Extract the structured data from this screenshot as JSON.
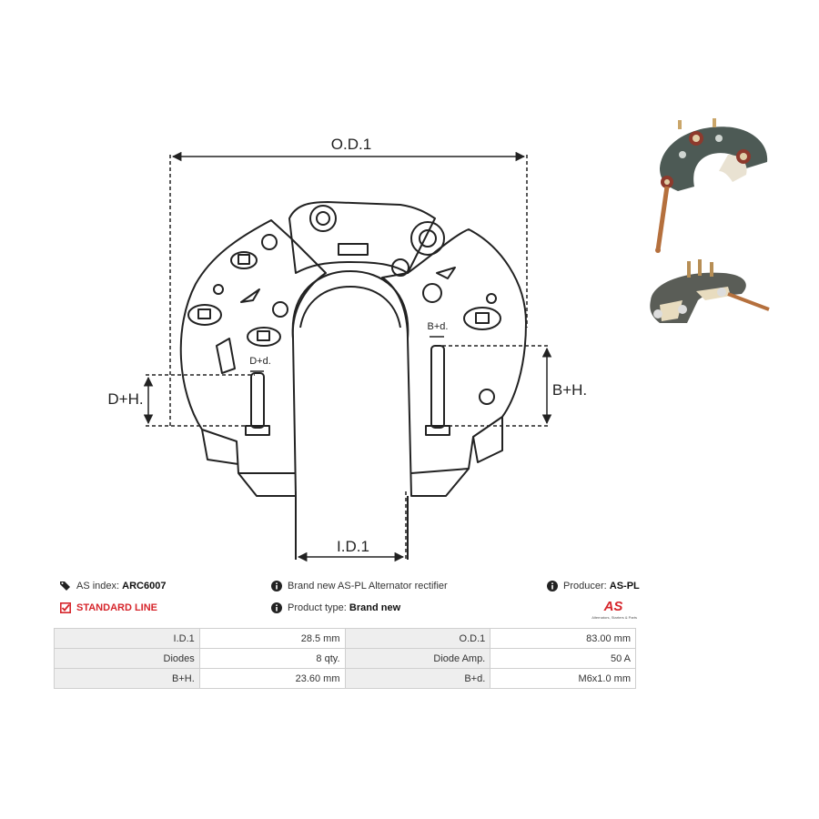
{
  "drawing": {
    "od_label": "O.D.1",
    "id_label": "I.D.1",
    "dh_label": "D+H.",
    "bh_label": "B+H.",
    "dd_label": "D+d.",
    "bd_label": "B+d."
  },
  "info": {
    "as_index_label": "AS index:",
    "as_index_value": "ARC6007",
    "standard_line": "STANDARD LINE",
    "description": "Brand new AS-PL Alternator rectifier",
    "product_type_label": "Product type:",
    "product_type_value": "Brand new",
    "producer_label": "Producer:",
    "producer_value": "AS-PL"
  },
  "logo": {
    "text": "AS",
    "tagline": "Alternators, Starters & Parts",
    "color": "#d6252b"
  },
  "specs": [
    {
      "l1": "I.D.1",
      "v1": "28.5 mm",
      "l2": "O.D.1",
      "v2": "83.00 mm"
    },
    {
      "l1": "Diodes",
      "v1": "8 qty.",
      "l2": "Diode Amp.",
      "v2": "50 A"
    },
    {
      "l1": "B+H.",
      "v1": "23.60 mm",
      "l2": "B+d.",
      "v2": "M6x1.0 mm"
    }
  ]
}
